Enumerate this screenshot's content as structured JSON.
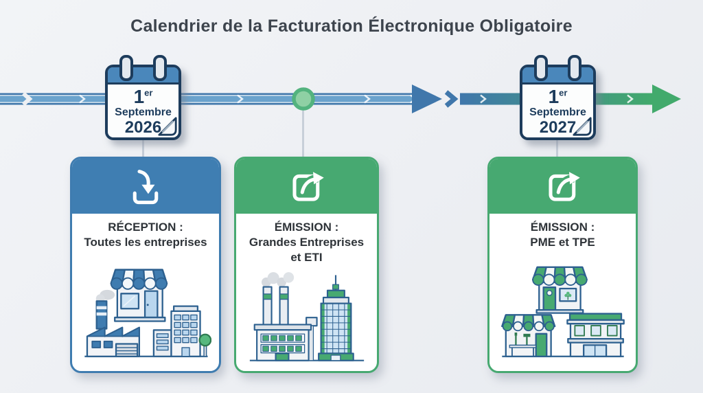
{
  "title": "Calendrier de la Facturation Électronique Obligatoire",
  "colors": {
    "accent_blue": "#3f7eb2",
    "accent_green": "#47a971",
    "outline_navy": "#1d3c5c",
    "timeline_blue": "#4077ab",
    "timeline_green": "#42aa6c",
    "background": "#edeff3"
  },
  "timeline": {
    "direction": "left-to-right",
    "node_icon": "milestone-dot-icon",
    "milestones": [
      {
        "day": "1",
        "day_suffix": "er",
        "month": "Septembre",
        "year": "2026"
      },
      {
        "day": "1",
        "day_suffix": "er",
        "month": "Septembre",
        "year": "2027"
      }
    ]
  },
  "cards": [
    {
      "icon": "download-icon",
      "heading": "RÉCEPTION :",
      "line2": "Toutes les entreprises",
      "line3": "",
      "illustration": "shop-factory-office-buildings",
      "accent": "#3f7eb2"
    },
    {
      "icon": "send-icon",
      "heading": "ÉMISSION :",
      "line2": "Grandes Entreprises",
      "line3": "et ETI",
      "illustration": "factory-and-skyscraper",
      "accent": "#47a971"
    },
    {
      "icon": "send-icon",
      "heading": "ÉMISSION :",
      "line2": "PME et TPE",
      "line3": "",
      "illustration": "small-shops",
      "accent": "#47a971"
    }
  ]
}
